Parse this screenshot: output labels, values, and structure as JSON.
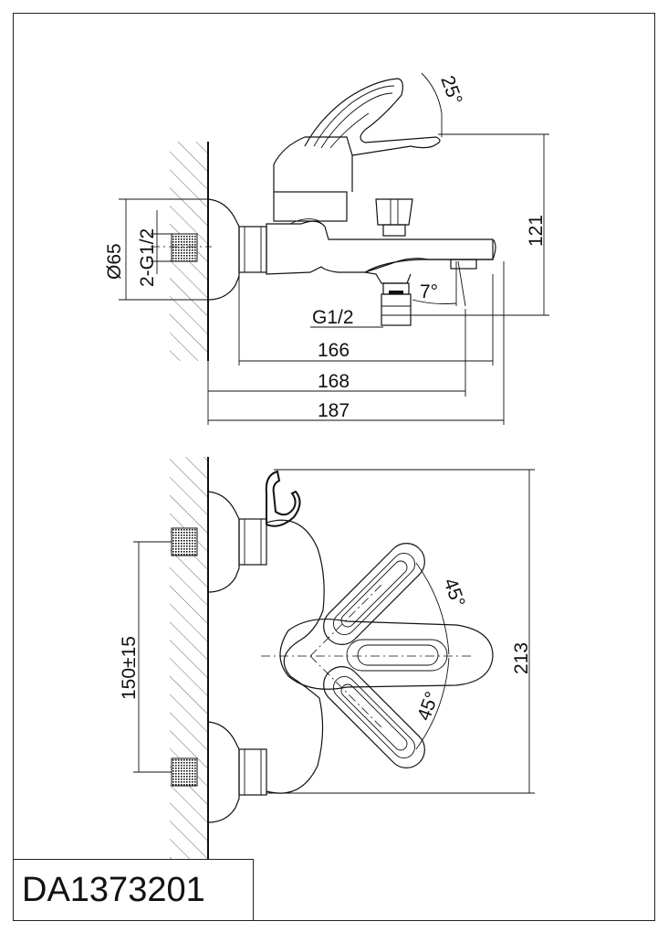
{
  "part_number": "DA1373201",
  "top_view": {
    "dimensions": {
      "handle_angle": "25°",
      "height": "121",
      "diameter": "Ø65",
      "inlet_thread": "2-G1/2",
      "spout_angle": "7°",
      "outlet_thread": "G1/2",
      "length_166": "166",
      "length_168": "168",
      "length_187": "187"
    }
  },
  "bottom_view": {
    "dimensions": {
      "inlet_spacing": "150±15",
      "handle_angle_upper": "45°",
      "handle_angle_lower": "45°",
      "width": "213"
    }
  }
}
